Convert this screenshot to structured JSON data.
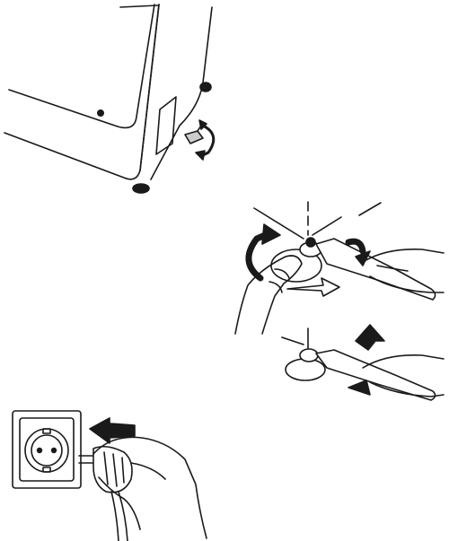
{
  "figures": [
    {
      "id": "leveling-feet-adjustment",
      "depicts": "appliance-corner-with-adjustable-foot"
    },
    {
      "id": "locknut-tightening",
      "depicts": "hand-and-wrench-on-foot-locknut"
    },
    {
      "id": "plug-connection",
      "depicts": "hand-inserting-plug-into-wall-socket"
    }
  ],
  "colors": {
    "line": "#1a1a1a",
    "fill": "#ffffff",
    "arrow": "#1a1a1a"
  }
}
